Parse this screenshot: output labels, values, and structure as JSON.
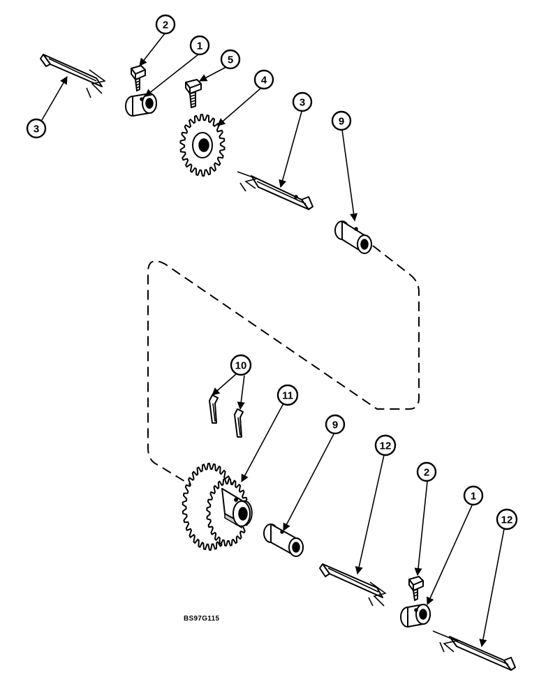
{
  "figure": {
    "drawing_code": "BS97G115"
  },
  "callouts": [
    {
      "id": "c2a",
      "label": "2"
    },
    {
      "id": "c1a",
      "label": "1"
    },
    {
      "id": "c5",
      "label": "5"
    },
    {
      "id": "c4",
      "label": "4"
    },
    {
      "id": "c3a",
      "label": "3"
    },
    {
      "id": "c3b",
      "label": "3"
    },
    {
      "id": "c9a",
      "label": "9"
    },
    {
      "id": "c10",
      "label": "10"
    },
    {
      "id": "c11",
      "label": "11"
    },
    {
      "id": "c9b",
      "label": "9"
    },
    {
      "id": "c12a",
      "label": "12"
    },
    {
      "id": "c2b",
      "label": "2"
    },
    {
      "id": "c1b",
      "label": "1"
    },
    {
      "id": "c12b",
      "label": "12"
    }
  ]
}
